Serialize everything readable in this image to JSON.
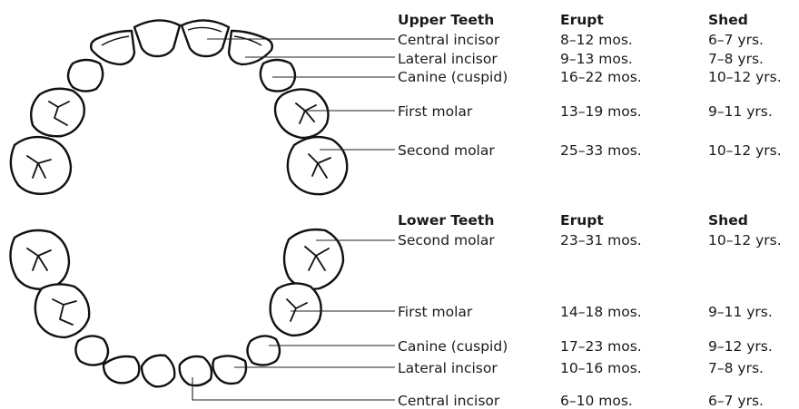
{
  "upper": {
    "headers": {
      "teeth": "Upper Teeth",
      "erupt": "Erupt",
      "shed": "Shed"
    },
    "rows": [
      {
        "tooth": "Central incisor",
        "erupt": "8–12 mos.",
        "shed": "6–7 yrs."
      },
      {
        "tooth": "Lateral incisor",
        "erupt": "9–13 mos.",
        "shed": "7–8 yrs."
      },
      {
        "tooth": "Canine (cuspid)",
        "erupt": "16–22 mos.",
        "shed": "10–12 yrs."
      },
      {
        "tooth": "First molar",
        "erupt": "13–19 mos.",
        "shed": "9–11 yrs."
      },
      {
        "tooth": "Second molar",
        "erupt": "25–33 mos.",
        "shed": "10–12 yrs."
      }
    ]
  },
  "lower": {
    "headers": {
      "teeth": "Lower Teeth",
      "erupt": "Erupt",
      "shed": "Shed"
    },
    "rows": [
      {
        "tooth": "Second molar",
        "erupt": "23–31 mos.",
        "shed": "10–12 yrs."
      },
      {
        "tooth": "First molar",
        "erupt": "14–18 mos.",
        "shed": "9–11 yrs."
      },
      {
        "tooth": "Canine (cuspid)",
        "erupt": "17–23 mos.",
        "shed": "9–12 yrs."
      },
      {
        "tooth": "Lateral incisor",
        "erupt": "10–16 mos.",
        "shed": "7–8 yrs."
      },
      {
        "tooth": "Central incisor",
        "erupt": "6–10 mos.",
        "shed": "6–7 yrs."
      }
    ]
  }
}
